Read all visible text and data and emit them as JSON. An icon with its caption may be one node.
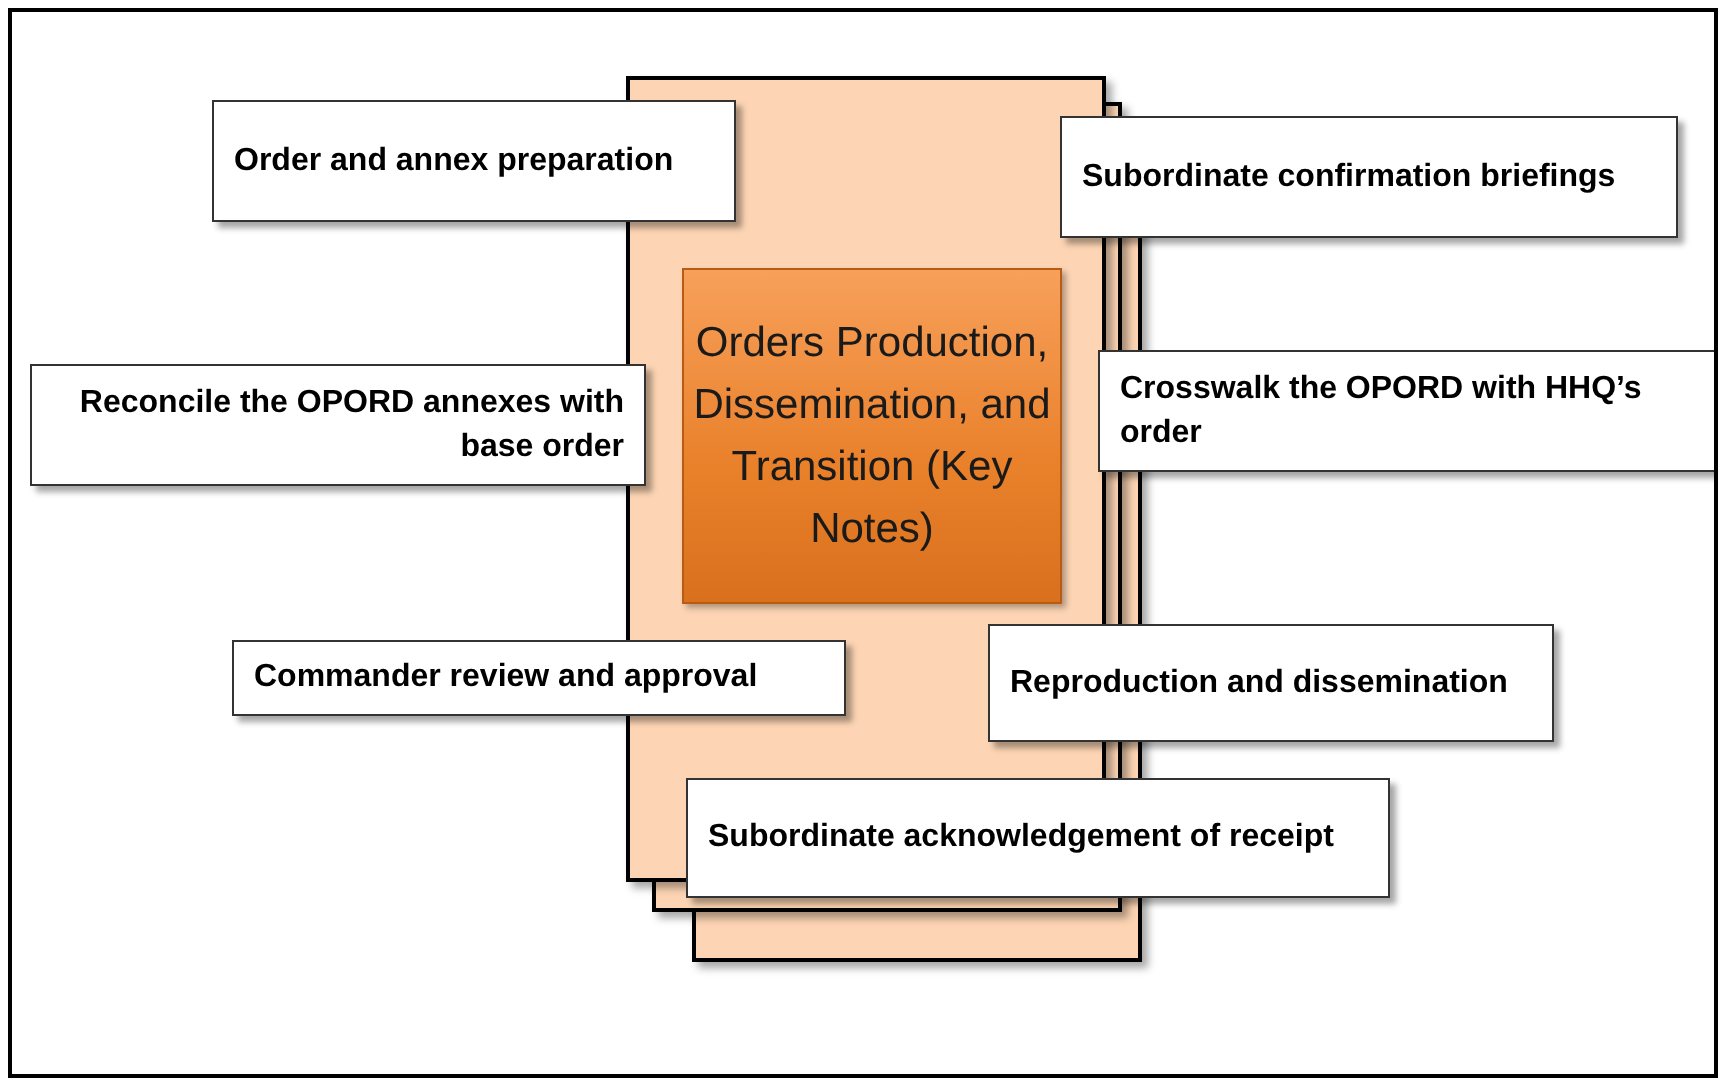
{
  "diagram": {
    "nodes": [
      {
        "text": [
          "Order and annex preparation"
        ]
      },
      {
        "text": [
          "Subordinate confirmation briefings"
        ]
      },
      {
        "text": [
          "Orders Production, Dissemination, and Transition (Key Notes)"
        ]
      },
      {
        "text": [
          "Reconcile the OPORD annexes with base order"
        ]
      },
      {
        "text": [
          "Crosswalk the OPORD with HHQ’s order"
        ]
      },
      {
        "text": [
          "Commander review and approval"
        ]
      },
      {
        "text": [
          "Reproduction and dissemination"
        ]
      },
      {
        "text": [
          "Subordinate acknowledgement of receipt"
        ]
      }
    ],
    "edges": []
  }
}
